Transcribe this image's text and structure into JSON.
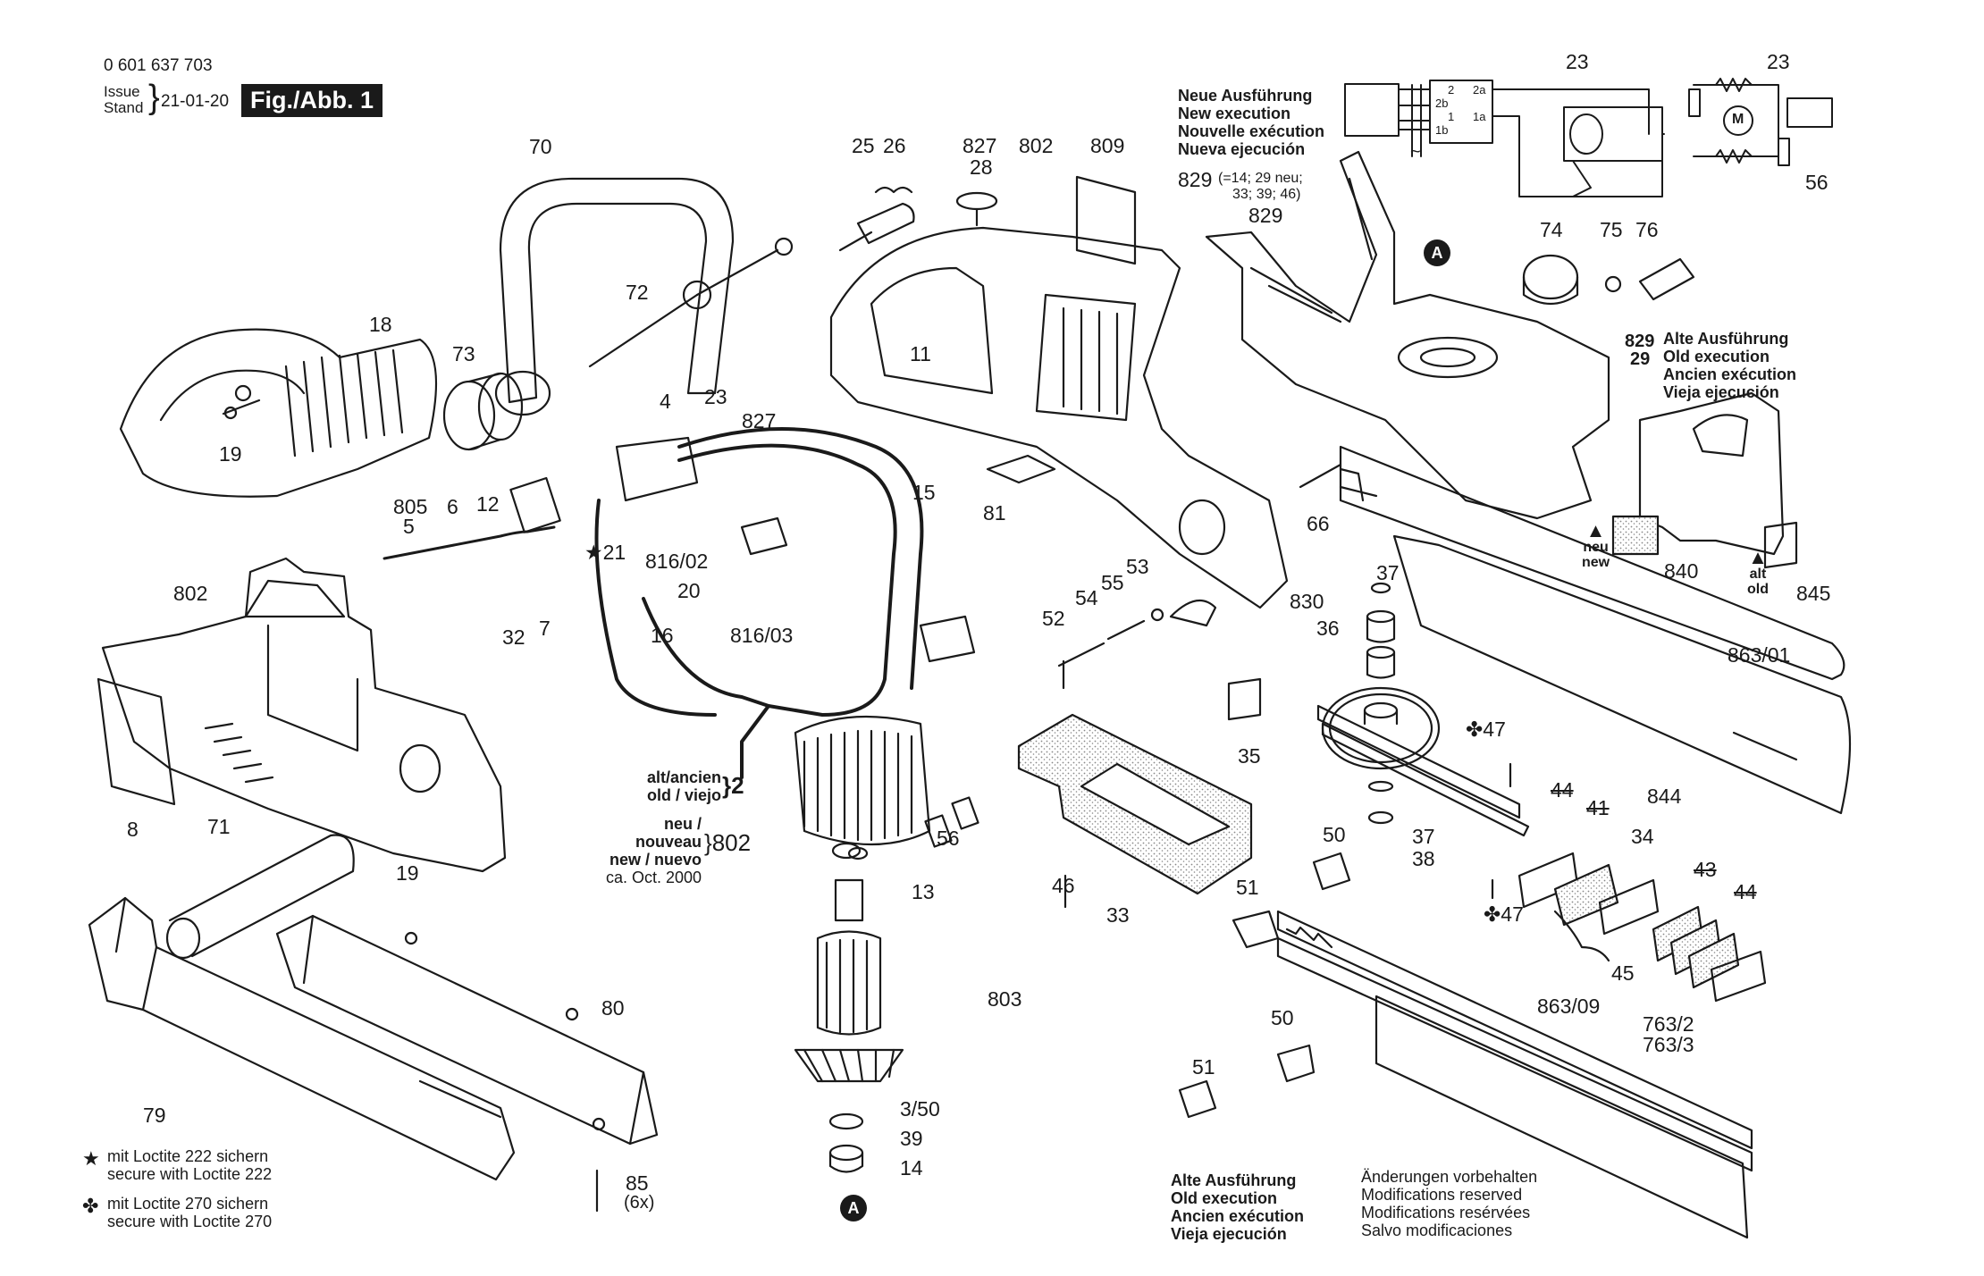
{
  "header": {
    "part_number": "0 601 637 703",
    "issue_label": [
      "Issue",
      "Stand"
    ],
    "issue_date": "21-01-20",
    "figure_badge": "Fig./Abb. 1"
  },
  "new_execution_block": {
    "lines": [
      "Neue Ausführung",
      "New execution",
      "Nouvelle exécution",
      "Nueva ejecución"
    ],
    "note_number": "829",
    "note_text": [
      "(=14; 29 neu;",
      "33; 39; 46)"
    ]
  },
  "old_execution_block_right": {
    "numbers": [
      "829",
      "29"
    ],
    "lines": [
      "Alte Ausführung",
      "Old execution",
      "Ancien exécution",
      "Vieja ejecución"
    ]
  },
  "old_execution_block_bottom": {
    "lines": [
      "Alte Ausführung",
      "Old execution",
      "Ancien exécution",
      "Vieja ejecución"
    ]
  },
  "modifications": {
    "lines": [
      "Änderungen vorbehalten",
      "Modifications reserved",
      "Modifications resérvées",
      "Salvo modificaciones"
    ]
  },
  "stator_note": {
    "old_lines": [
      "alt/ancien",
      "old / viejo"
    ],
    "old_number": "2",
    "new_lines": [
      "neu / nouveau",
      "new / nuevo",
      "ca. Oct. 2000"
    ],
    "new_number": "802"
  },
  "markers": {
    "new_arrow": [
      "neu",
      "new"
    ],
    "old_arrow": [
      "alt",
      "old"
    ],
    "circle_a": "A"
  },
  "legend": [
    {
      "symbol": "★",
      "icon": "star-icon",
      "lines": [
        "mit Loctite 222 sichern",
        "secure with Loctite 222"
      ]
    },
    {
      "symbol": "✤",
      "icon": "clover-icon",
      "lines": [
        "mit Loctite 270 sichern",
        "secure with Loctite 270"
      ]
    }
  ],
  "wiring_diagram": {
    "label_23_a": "23",
    "label_23_b": "23",
    "label_56": "56",
    "terminals": [
      "2",
      "2b",
      "1",
      "1b",
      "2a",
      "1a"
    ],
    "motor": "M",
    "ac_symbol": "~"
  },
  "part_labels": {
    "p70": "70",
    "p72": "72",
    "p73": "73",
    "p18": "18",
    "p19a": "19",
    "p19b": "19",
    "p4": "4",
    "p23": "23",
    "p827a": "827",
    "p12": "12",
    "p805": "805",
    "p5": "5",
    "p6": "6",
    "p21": "21",
    "p816_02": "816/02",
    "p20": "20",
    "p16": "16",
    "p816_03": "816/03",
    "p32": "32",
    "p7": "7",
    "p802a": "802",
    "p8": "8",
    "p71": "71",
    "p80": "80",
    "p79": "79",
    "p85": "85",
    "p85_qty": "(6x)",
    "p25": "25",
    "p26": "26",
    "p827b": "827",
    "p28": "28",
    "p802b": "802",
    "p809": "809",
    "p11": "11",
    "p15": "15",
    "p81": "81",
    "p53": "53",
    "p55": "55",
    "p54": "54",
    "p52": "52",
    "p56": "56",
    "p13": "13",
    "p803": "803",
    "p3_50": "3/50",
    "p39": "39",
    "p14": "14",
    "p46": "46",
    "p33": "33",
    "p829": "829",
    "p74": "74",
    "p75": "75",
    "p76": "76",
    "p66": "66",
    "p840": "840",
    "p845": "845",
    "p37a": "37",
    "p830": "830",
    "p36": "36",
    "p35": "35",
    "p47a": "47",
    "p37b": "37",
    "p38": "38",
    "p47b": "47",
    "p50a": "50",
    "p51a": "51",
    "p863_01": "863/01",
    "p44a": "44",
    "p41": "41",
    "p844": "844",
    "p34": "34",
    "p43": "43",
    "p44b": "44",
    "p45": "45",
    "p863_09": "863/09",
    "p763_2": "763/2",
    "p763_3": "763/3",
    "p50b": "50",
    "p51b": "51"
  },
  "colors": {
    "ink": "#1a1a1a",
    "paper": "#ffffff",
    "stipple": "#9a9a9a"
  }
}
